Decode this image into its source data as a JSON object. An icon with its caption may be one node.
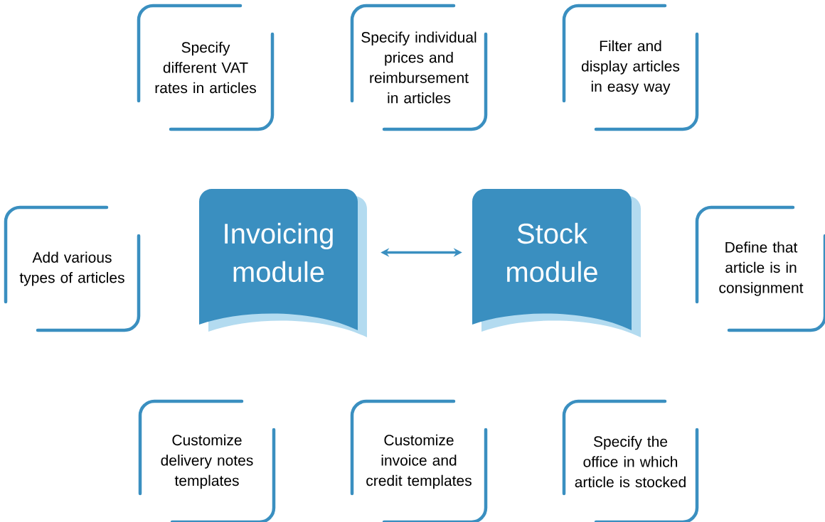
{
  "diagram": {
    "nodes": [
      {
        "text": [
          "Specify different VAT rates in articles"
        ]
      },
      {
        "text": [
          "Specify individual prices and reimbursement in articles"
        ]
      },
      {
        "text": [
          "Filter and display articles in easy way"
        ]
      },
      {
        "text": [
          "Add various types of articles"
        ]
      },
      {
        "text": [
          "Invoicing module"
        ]
      },
      {
        "text": [
          "Stock module"
        ]
      },
      {
        "text": [
          "Define that article is in consignment"
        ]
      },
      {
        "text": [
          "Customize delivery notes templates"
        ]
      },
      {
        "text": [
          "Customize invoice and credit templates"
        ]
      },
      {
        "text": [
          "Specify the office in which article is stocked"
        ]
      }
    ],
    "edges": [
      {
        "from": 4,
        "to": 5,
        "arrow": "both"
      }
    ]
  }
}
